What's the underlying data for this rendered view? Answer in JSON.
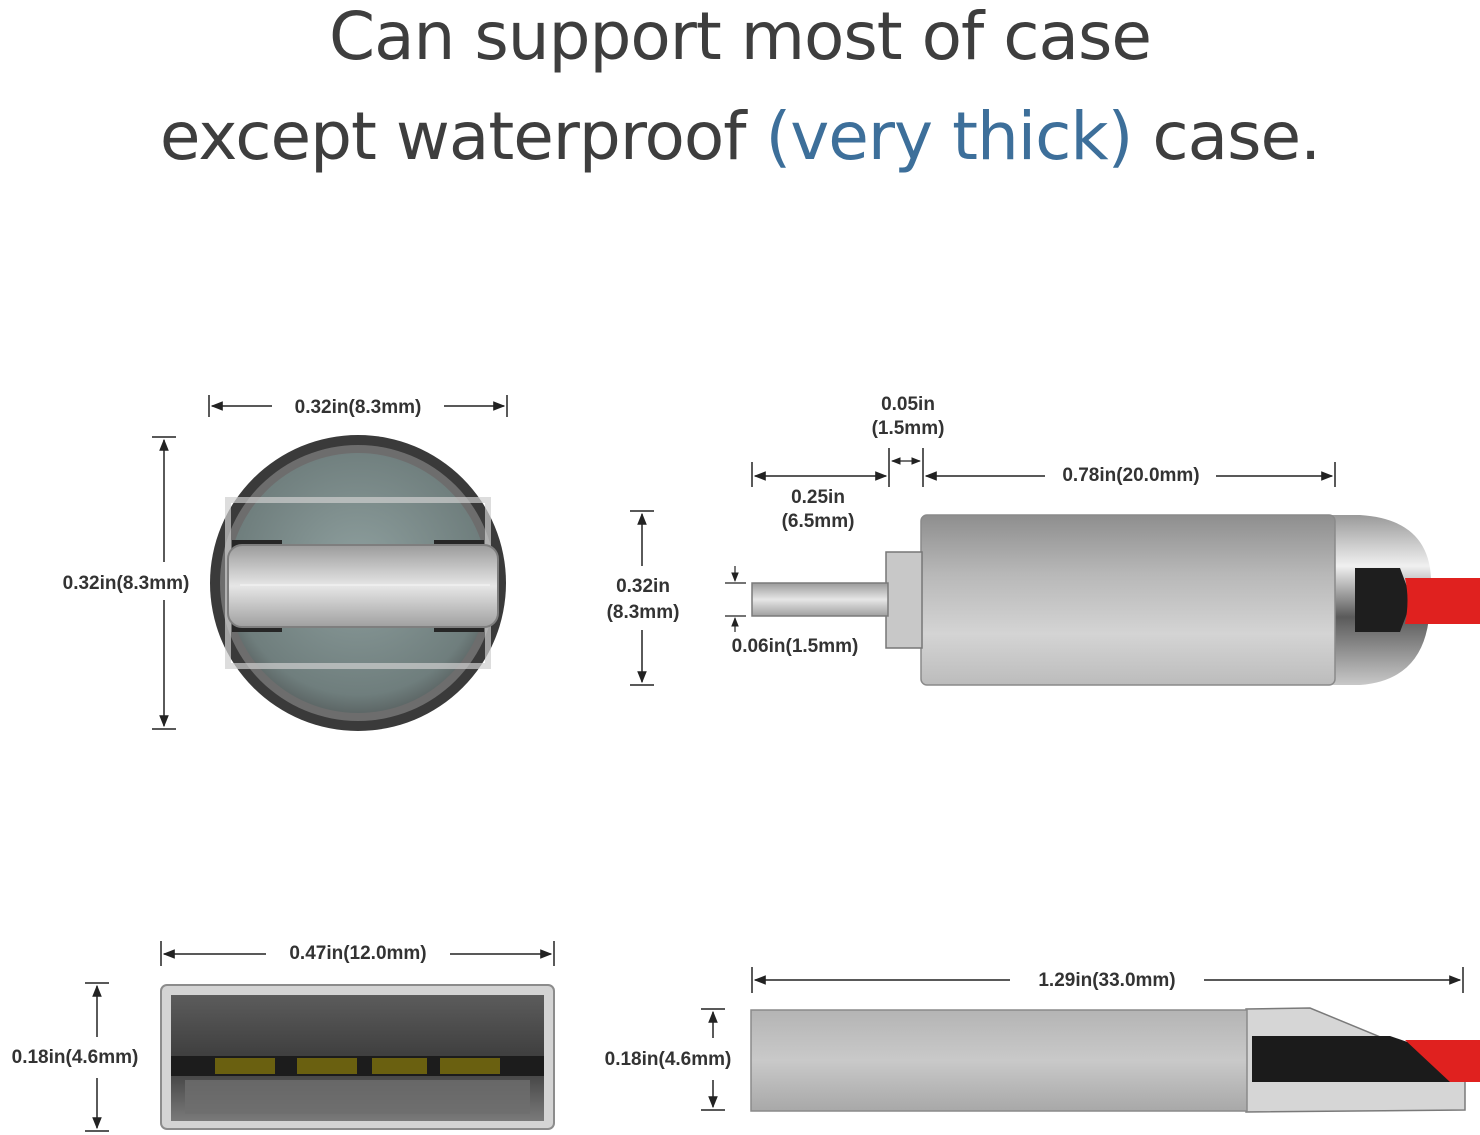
{
  "headline": {
    "line1": "Can support most of case",
    "line2_prefix": "except waterproof",
    "line2_highlight": "(very thick)",
    "line2_suffix": "case."
  },
  "colors": {
    "text": "#3e3e3e",
    "highlight": "#3d6f9a",
    "metal": "#a9a9a9",
    "cable": "#e0211f"
  },
  "views": {
    "lightning_end": {
      "width": "0.32in(8.3mm)",
      "height": "0.32in(8.3mm)"
    },
    "lightning_side": {
      "gap_in": "0.05in",
      "gap_mm": "(1.5mm)",
      "tip_in": "0.25in",
      "tip_mm": "(6.5mm)",
      "body_length": "0.78in(20.0mm)",
      "body_height_in": "0.32in",
      "body_height_mm": "(8.3mm)",
      "tip_thickness": "0.06in(1.5mm)"
    },
    "usb_end": {
      "width": "0.47in(12.0mm)",
      "height": "0.18in(4.6mm)"
    },
    "usb_side": {
      "length": "1.29in(33.0mm)",
      "height": "0.18in(4.6mm)"
    }
  }
}
